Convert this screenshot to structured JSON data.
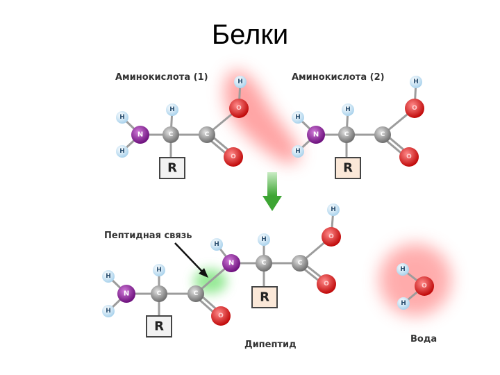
{
  "title": "Белки",
  "labels": {
    "amino1": "Аминокислота (1)",
    "amino2": "Аминокислота (2)",
    "peptide_bond": "Пептидная связь",
    "dipeptide": "Дипептид",
    "water": "Вода"
  },
  "atoms": {
    "H": "H",
    "N": "N",
    "C": "C",
    "O": "O",
    "R": "R"
  },
  "colors": {
    "hydrogen": "#cfe7f5",
    "nitrogen": "#8a1a9a",
    "carbon": "#9a9a9a",
    "oxygen": "#e01818",
    "r_box_plain": "#f2f2f2",
    "r_box_tinted": "#fbe8d8",
    "highlight_red": "#ff4a4a",
    "highlight_green": "#5ad65a",
    "arrow_green": "#49b13f"
  }
}
